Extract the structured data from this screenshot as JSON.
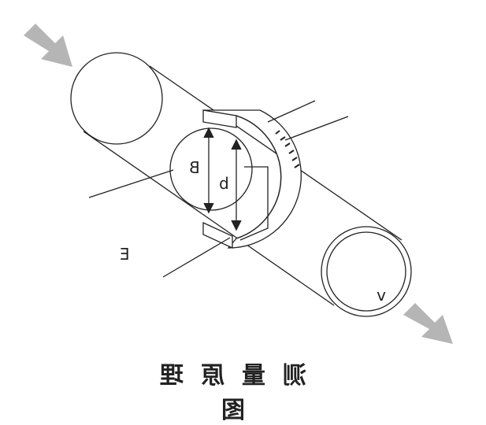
{
  "diagram": {
    "caption": "测量原理图",
    "labels": {
      "B": "B",
      "b": "b",
      "E": "E",
      "v": "v"
    },
    "colors": {
      "line": "#222222",
      "arrow": "#b5b5b5"
    }
  }
}
